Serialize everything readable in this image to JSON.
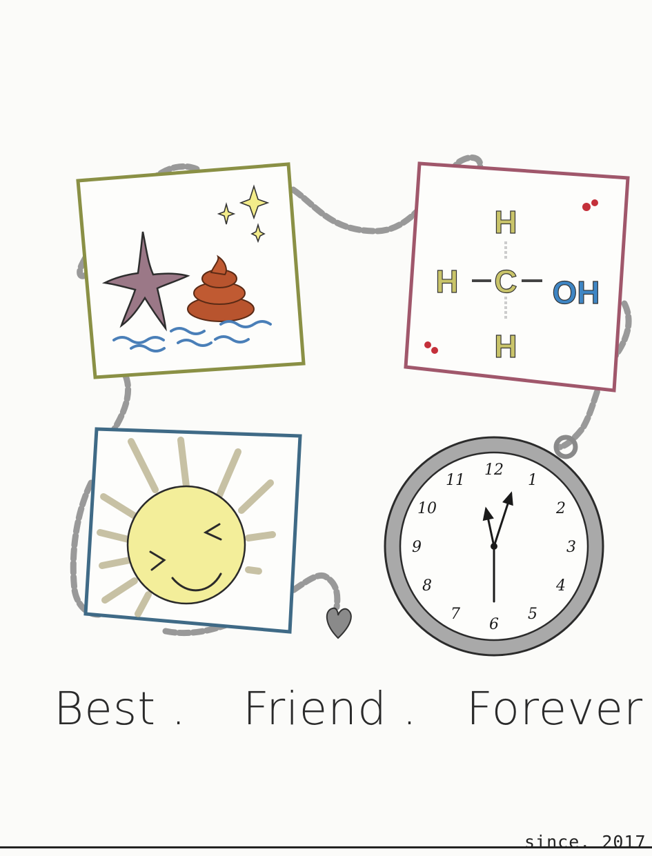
{
  "caption": {
    "word1": "Best",
    "dot1": ".",
    "word2": "Friend",
    "dot2": ".",
    "word3": "Forever",
    "dot3": ".",
    "since": "since. 2017"
  },
  "molecule": {
    "top": "H",
    "left": "H",
    "center": "C",
    "right": "OH",
    "bottom": "H"
  },
  "clock": {
    "numbers": [
      "12",
      "1",
      "2",
      "3",
      "4",
      "5",
      "6",
      "7",
      "8",
      "9",
      "10",
      "11"
    ],
    "hour_hand_hours": 11.6,
    "minute_hand_minutes": 3
  },
  "colors": {
    "frame_green": "#8a9045",
    "frame_pink": "#a0576b",
    "frame_blue": "#3f6a86",
    "chain": "#8f8f8f",
    "sun_fill": "#f3ee9a",
    "poop": "#b8542e",
    "water": "#4a7fb8",
    "molecule_h": "#b6b45a",
    "molecule_oh": "#3f86c4"
  }
}
